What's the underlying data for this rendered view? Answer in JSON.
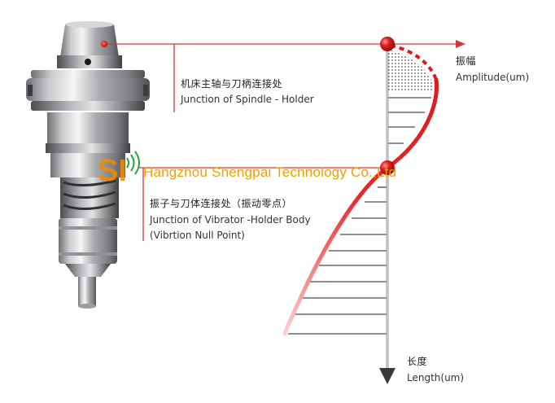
{
  "labels": {
    "spindle_zh": "机床主轴与刀柄连接处",
    "spindle_en": "Junction of Spindle - Holder",
    "vibrator_zh": "振子与刀体连接处（振动零点）",
    "vibrator_en_1": "Junction of Vibrator -Holder Body",
    "vibrator_en_2": "(Vibrtion Null Point)",
    "amplitude_zh": "振幅",
    "amplitude_en": "Amplitude(um)",
    "length_zh": "长度",
    "length_en": "Length(um)"
  },
  "watermark": {
    "logo_text": "SI",
    "company": "Hangzhou Shengpai Technology Co.,Ltd"
  },
  "icons": [
    "tool-holder-image",
    "junction-marker-icon",
    "logo-wave-icon"
  ],
  "colors": {
    "accent_red": "#e0262a",
    "leader_line": "#d9343a",
    "axis_gray": "#999999",
    "watermark": "#f0a000",
    "hatch": "#222222"
  }
}
